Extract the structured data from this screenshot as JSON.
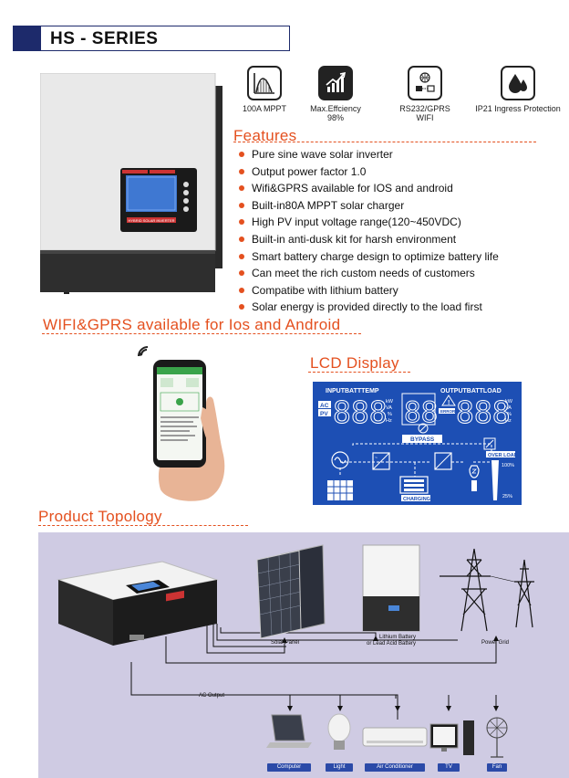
{
  "header": {
    "title": "HS - SERIES"
  },
  "features_icons": [
    {
      "icon": "mppt-curve-icon",
      "label": "100A MPPT"
    },
    {
      "icon": "efficiency-chart-icon",
      "label": "Max.Effciency 98%"
    },
    {
      "icon": "network-icon",
      "label": "RS232/GPRS WIFI"
    },
    {
      "icon": "water-drops-icon",
      "label": "IP21 Ingress Protection"
    }
  ],
  "features": {
    "title": "Features",
    "items": [
      "Pure sine wave solar inverter",
      "Output power factor 1.0",
      "Wifi&GPRS available for IOS and android",
      "Built-in80A MPPT solar charger",
      "High PV input voltage range(120~450VDC)",
      "Built-in anti-dusk kit for harsh environment",
      "Smart battery charge design to optimize battery life",
      "Can meet the rich custom needs of customers",
      "Compatibe with lithium battery",
      "Solar energy is provided directly to the load first"
    ]
  },
  "wifi_section": {
    "title": "WIFI&GPRS available for Ios and Android"
  },
  "lcd_section": {
    "title": "LCD Display",
    "input_label": "INPUTBATTTEMP",
    "output_label": "OUTPUTBATTLOAD",
    "ac": "AC",
    "pv": "PV",
    "digits": "888",
    "units_left": [
      "kW",
      "VA",
      "%",
      "Hz"
    ],
    "units_right": [
      "kW",
      "VA",
      "%",
      "Hz"
    ],
    "error": "ERROR",
    "bypass": "BYPASS",
    "overload": "OVER LOAD",
    "charging": "CHARGING",
    "pct_100": "100%",
    "pct_25": "25%"
  },
  "inverter_label": "HYBRID SOLAR INVERTER",
  "topology": {
    "title": "Product Topology",
    "solar_panel": "Solar Panel",
    "battery_line1": "Lithium Battery",
    "battery_line2": "or Lead Acid Battery",
    "power_grid": "Power Grid",
    "ac_output": "AC Output",
    "loads": [
      "Computer",
      "Light",
      "Air Conditioner",
      "TV",
      "Fan"
    ]
  },
  "colors": {
    "accent": "#e4501f",
    "navy": "#1d2a6b",
    "lcd_blue": "#1d4fb4",
    "topo_bg": "#cfcbe3",
    "pill": "#2b4aa8"
  }
}
